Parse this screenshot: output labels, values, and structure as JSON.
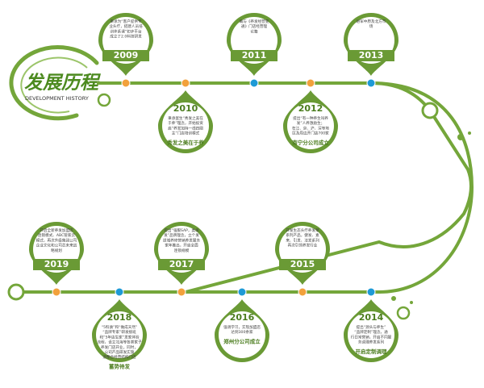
{
  "header": {
    "title": "发展历程",
    "subtitle": "DEVELOPMENT HISTORY"
  },
  "colors": {
    "green": "#6a9a35",
    "green_dark": "#4c7d1f",
    "blue_dot": "#1e9ad6",
    "orange_dot": "#f2a13c",
    "line": "#74a63a",
    "white": "#ffffff"
  },
  "milestones": [
    {
      "year": "2009",
      "title": "君丝佳诞生",
      "body": [
        "秉承为“客户提供专",
        "业头疗，搭建人员培",
        "训体系课”初步平台",
        "成立了2.0科技研发"
      ],
      "highlight": ""
    },
    {
      "year": "2010",
      "title": "",
      "body": [
        "秉承蛋生“秀发之美在",
        "于养”理念，开始投资",
        "启“养发加持一线四圈",
        "主”门店培训模式"
      ],
      "highlight": "秀发之美在于养"
    },
    {
      "year": "2011",
      "title": "养疗结合模式",
      "body": [
        "确与《养发经营变",
        "通》门店经营理",
        "论籍"
      ],
      "highlight": ""
    },
    {
      "year": "2012",
      "title": "",
      "body": [
        "提出“有一种养生叫养",
        "发”人养激励生；",
        "在江、京、沪、深等地",
        "区及周边开门店700家"
      ],
      "highlight": "南宁分公司成立"
    },
    {
      "year": "2013",
      "title": "稳步发展",
      "body": [
        "进军中原及北方市",
        "场"
      ],
      "highlight": ""
    },
    {
      "year": "2019",
      "title": "振翅腾飞",
      "body": [
        "开启全新养发加盟店",
        "连锁模式、ABC管家云",
        "模式，再次升级集团公司",
        "企业文化和公司芯未来战",
        "略规划"
      ],
      "highlight": ""
    },
    {
      "year": "2018",
      "title": "",
      "body": [
        "“5料质”和“做成天然”",
        "“品牌专家”研发接班",
        "和“5年店生家”发家体验",
        "流程，设立北海等各类家子",
        "养发门店开业，同时，",
        "公司产品研发实施",
        "道整合经营结构门店"
      ],
      "highlight": "蓄势待发"
    },
    {
      "year": "2017",
      "title": "品牌再次升级",
      "body": [
        "提出“强服SAP，类发",
        "发”品牌理念，立个发",
        "提城养修营销养发服务",
        "家年推出，开启全面",
        "连锁规模"
      ],
      "highlight": ""
    },
    {
      "year": "2016",
      "title": "",
      "body": [
        "强调学习，实现加盟店",
        "达到300余家"
      ],
      "highlight": "郑州分公司成立"
    },
    {
      "year": "2015",
      "title": "产品再次升级",
      "body": [
        "开发生态头疗养发草",
        "系列产品，健发、素",
        "来、引发、洁发系列",
        "再次引领养发行业"
      ],
      "highlight": ""
    },
    {
      "year": "2014",
      "title": "",
      "body": [
        "提出“源头与养生”",
        "“品牌定制”理念，通",
        "行日常营销，开启不同服",
        "务调理养发系列"
      ],
      "highlight": "开启定制调理"
    }
  ]
}
